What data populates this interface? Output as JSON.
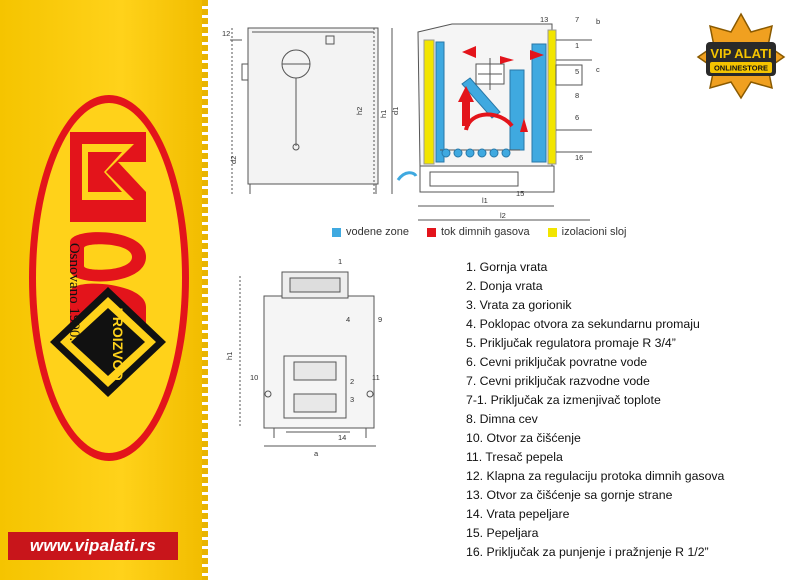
{
  "sidebar": {
    "logo_mark": "BC",
    "tagline": "Osnovano 1990.",
    "badge": "PROIZVOD",
    "url": "www.vipalati.rs",
    "colors": {
      "yellow": "#ffd21a",
      "red": "#e3141b",
      "black": "#111111"
    }
  },
  "store_logo": {
    "brand": "VIP ALATI",
    "subtitle": "ONLINESTORE"
  },
  "legend": [
    {
      "label": "vodene zone",
      "color": "#3fa9e0"
    },
    {
      "label": "tok dimnih gasova",
      "color": "#e3141b"
    },
    {
      "label": "izolacioni sloj",
      "color": "#f2e500"
    }
  ],
  "callouts": {
    "top_left": [
      "12",
      "h2",
      "h1",
      "d1",
      "d2"
    ],
    "top_right": [
      "13",
      "7",
      "1",
      "5",
      "8",
      "6",
      "16",
      "15",
      "l1",
      "l2",
      "b",
      "c"
    ],
    "bottom": [
      "1",
      "4",
      "9",
      "10",
      "11",
      "2",
      "3",
      "14",
      "h1",
      "a"
    ]
  },
  "parts": [
    "1. Gornja vrata",
    "2. Donja vrata",
    "3. Vrata za gorionik",
    "4. Poklopac otvora za sekundarnu promaju",
    "5. Priključak regulatora promaje R 3/4”",
    "6. Cevni priključak povratne vode",
    "7. Cevni priključak razvodne vode",
    "7-1. Priključak za izmenjivač toplote",
    "8. Dimna cev",
    "10. Otvor za čišćenje",
    "11. Tresač pepela",
    "12. Klapna za regulaciju protoka dimnih gasova",
    "13. Otvor za čišćenje sa gornje strane",
    "14. Vrata pepeljare",
    "15. Pepeljara",
    "16. Priključak za punjenje i pražnjenje R 1/2”"
  ]
}
